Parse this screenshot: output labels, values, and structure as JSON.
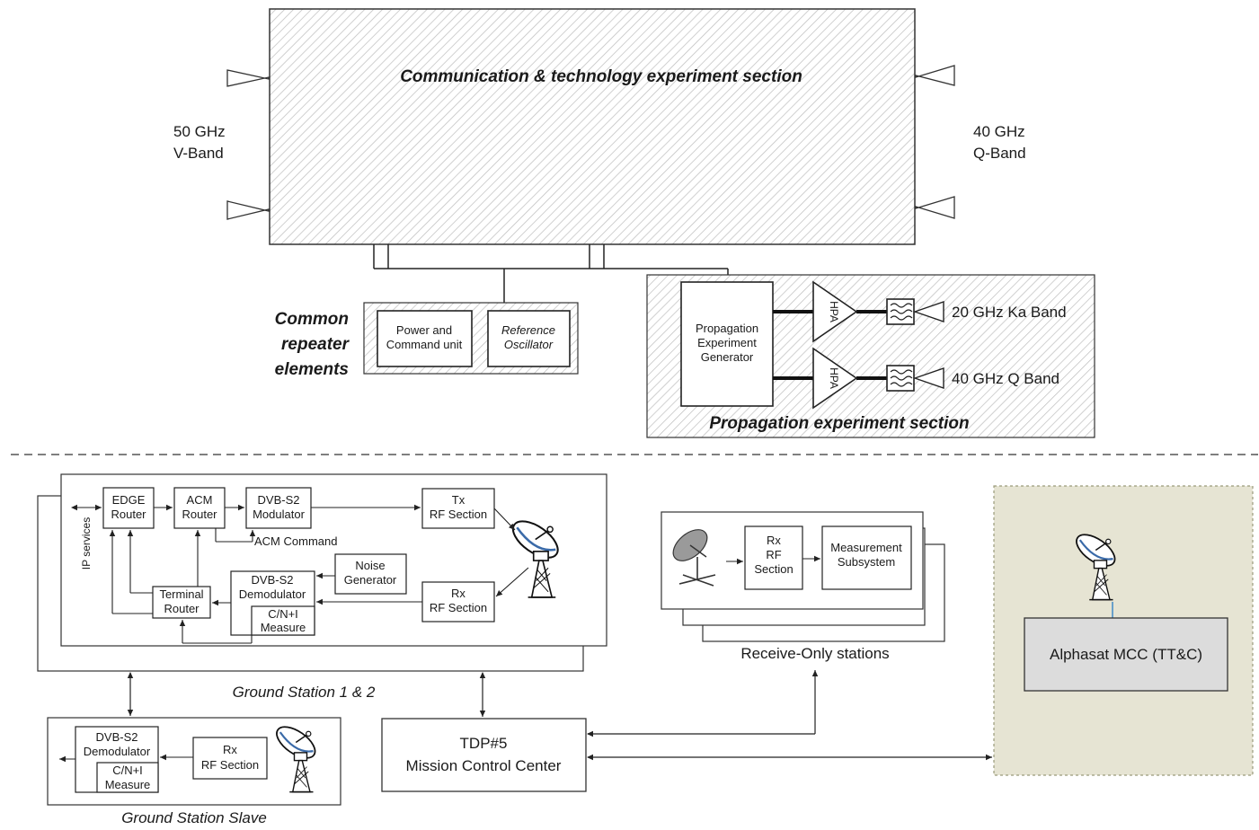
{
  "satellite": {
    "comm_section_title": "Communication & technology experiment section",
    "v_band_freq": "50 GHz",
    "v_band_name": "V-Band",
    "q_band_freq": "40 GHz",
    "q_band_name": "Q-Band",
    "common_elements_line1": "Common",
    "common_elements_line2": "repeater",
    "common_elements_line3": "elements",
    "power_command_line1": "Power and",
    "power_command_line2": "Command unit",
    "ref_osc_line1": "Reference",
    "ref_osc_line2": "Oscillator",
    "prop_gen_line1": "Propagation",
    "prop_gen_line2": "Experiment",
    "prop_gen_line3": "Generator",
    "hpa_label": "HPA",
    "ka_band_label": "20 GHz Ka Band",
    "q_band_label": "40 GHz Q Band",
    "prop_section_title": "Propagation experiment section"
  },
  "ground": {
    "ip_services": "IP services",
    "edge_router_line1": "EDGE",
    "edge_router_line2": "Router",
    "acm_router_line1": "ACM",
    "acm_router_line2": "Router",
    "dvb_mod_line1": "DVB-S2",
    "dvb_mod_line2": "Modulator",
    "tx_rf_line1": "Tx",
    "tx_rf_line2": "RF Section",
    "acm_command": "ACM Command",
    "noise_gen_line1": "Noise",
    "noise_gen_line2": "Generator",
    "dvb_demod_line1": "DVB-S2",
    "dvb_demod_line2": "Demodulator",
    "cn_line1": "C/N+I",
    "cn_line2": "Measure",
    "terminal_router_line1": "Terminal",
    "terminal_router_line2": "Router",
    "rx_rf_line1": "Rx",
    "rx_rf_line2": "RF Section",
    "gs12_label": "Ground Station 1 & 2",
    "slave_label": "Ground Station Slave",
    "slave_demod_line1": "DVB-S2",
    "slave_demod_line2": "Demodulator",
    "slave_cn_line1": "C/N+I",
    "slave_cn_line2": "Measure",
    "slave_rx_line1": "Rx",
    "slave_rx_line2": "RF Section",
    "tdp_line1": "TDP#5",
    "tdp_line2": "Mission Control Center",
    "ro_rx_line1": "Rx",
    "ro_rx_line2": "RF",
    "ro_rx_line3": "Section",
    "measurement_line1": "Measurement",
    "measurement_line2": "Subsystem",
    "receive_only_label": "Receive-Only stations",
    "mcc_label": "Alphasat MCC (TT&C)"
  }
}
